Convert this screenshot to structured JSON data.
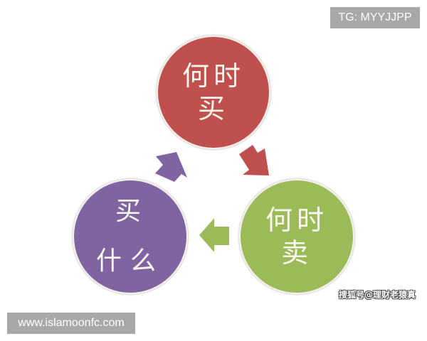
{
  "diagram": {
    "type": "cycle",
    "nodes": [
      {
        "id": "when-buy",
        "lines": [
          "何时",
          "买"
        ],
        "color": "#c0504d"
      },
      {
        "id": "when-sell",
        "lines": [
          "何时",
          "卖"
        ],
        "color": "#9bbb59"
      },
      {
        "id": "what-buy",
        "lines": [
          "买",
          "什么"
        ],
        "color": "#8064a2"
      }
    ],
    "arrows": [
      {
        "from": "when-buy",
        "to": "when-sell",
        "color": "#c0504d"
      },
      {
        "from": "when-sell",
        "to": "what-buy",
        "color": "#9bbb59"
      },
      {
        "from": "what-buy",
        "to": "when-buy",
        "color": "#8064a2"
      }
    ]
  },
  "watermarks": {
    "top_right": "TG: MYYJJPP",
    "bottom_left": "www.islamoonfc.com",
    "bottom_right": "搜狐号@理财老猿真"
  }
}
